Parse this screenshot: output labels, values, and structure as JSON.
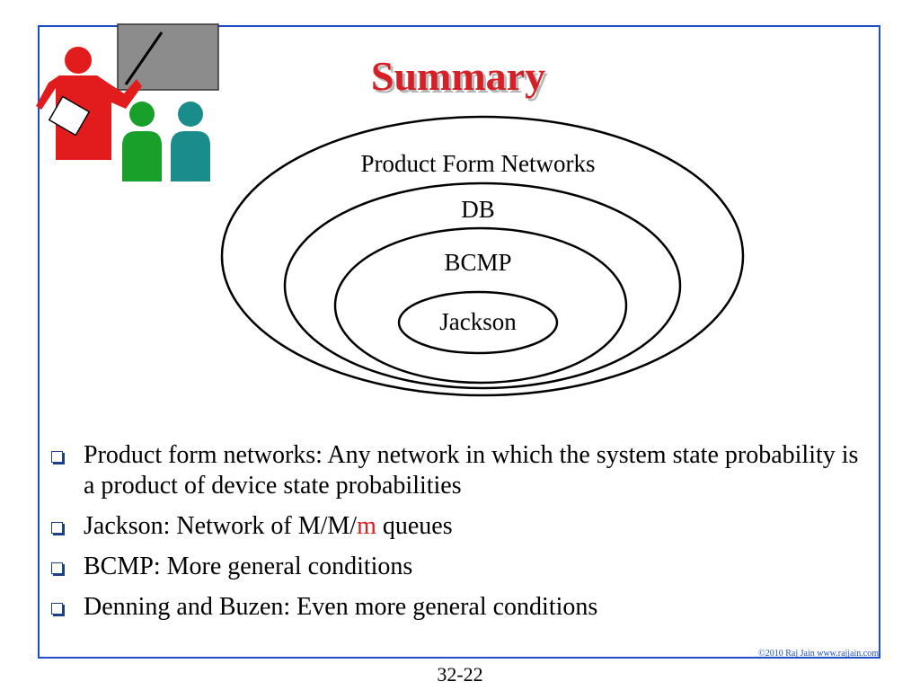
{
  "slide": {
    "title": "Summary",
    "diagram": {
      "outer": "Product Form Networks",
      "level2": "DB",
      "level3": "BCMP",
      "inner": "Jackson"
    },
    "bullets": [
      {
        "text": "Product form networks: Any network in which the system state probability is a product of device state probabilities"
      },
      {
        "prefix": "Jackson: Network of M/M/",
        "highlight": "m",
        "suffix": " queues",
        "highlight_color": "#e01c1c"
      },
      {
        "text": "BCMP: More general conditions"
      },
      {
        "text": "Denning and Buzen: Even more general conditions"
      }
    ],
    "copyright": "©2010 Raj Jain www.rajjain.com",
    "page_number": "32-22"
  },
  "colors": {
    "frame": "#1f4fc4",
    "title": "#d42026",
    "bullet": "#1a3f8f"
  },
  "icons": [
    "presenter-clipart",
    "checkbox-bullet-icon"
  ]
}
